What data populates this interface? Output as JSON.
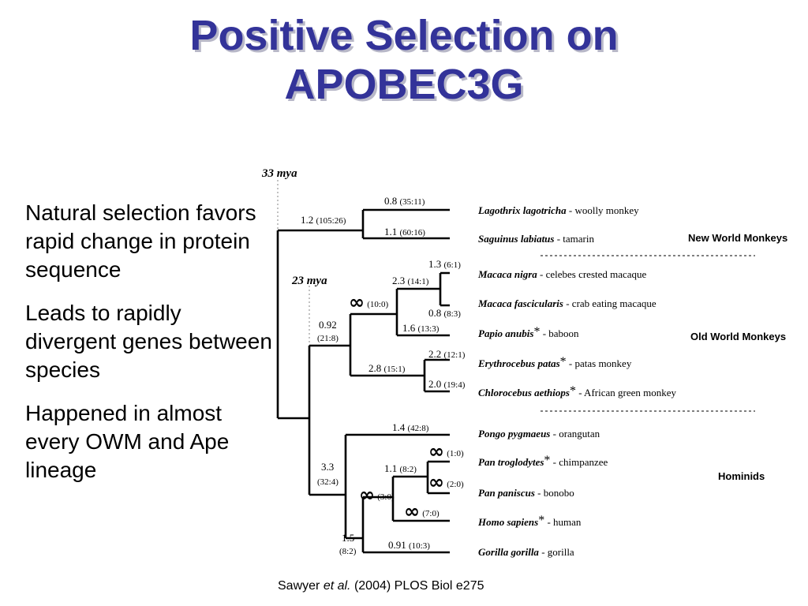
{
  "slide": {
    "title_line1": "Positive Selection on",
    "title_line2": "APOBEC3G",
    "bullets": [
      {
        "text": "Natural selection favors rapid change in protein sequence"
      },
      {
        "text": "Leads to rapidly divergent genes between species"
      },
      {
        "text": "Happened in almost every OWM and Ape lineage"
      }
    ],
    "citation": {
      "authors": "Sawyer",
      "etal": "et al.",
      "rest": " (2004) PLOS Biol  e275"
    }
  },
  "tree": {
    "time_labels": {
      "root": "33 mya",
      "owm_ape": "23 mya"
    },
    "groups": {
      "nwm": "New World Monkeys",
      "owm": "Old World Monkeys",
      "hominids": "Hominids"
    },
    "taxa": [
      {
        "latin": "Lagothrix lagotricha",
        "star": "",
        "common": " - woolly monkey"
      },
      {
        "latin": "Saguinus labiatus",
        "star": "",
        "common": " - tamarin"
      },
      {
        "latin": "Macaca nigra",
        "star": "",
        "common": " - celebes crested macaque"
      },
      {
        "latin": "Macaca fascicularis",
        "star": "",
        "common": " - crab eating macaque"
      },
      {
        "latin": "Papio anubis",
        "star": "*",
        "common": " - baboon"
      },
      {
        "latin": "Erythrocebus patas",
        "star": "*",
        "common": " - patas monkey"
      },
      {
        "latin": "Chlorocebus aethiops",
        "star": "*",
        "common": " - African green monkey"
      },
      {
        "latin": "Pongo pygmaeus",
        "star": "",
        "common": " - orangutan"
      },
      {
        "latin": "Pan troglodytes",
        "star": "*",
        "common": " - chimpanzee"
      },
      {
        "latin": "Pan paniscus",
        "star": "",
        "common": " - bonobo"
      },
      {
        "latin": "Homo sapiens",
        "star": "*",
        "common": " - human"
      },
      {
        "latin": "Gorilla gorilla",
        "star": "",
        "common": " - gorilla"
      }
    ],
    "branch_labels": {
      "nwm_stem": {
        "value": "1.2",
        "ratio": "(105:26)"
      },
      "lagothrix": {
        "value": "0.8",
        "ratio": "(35:11)"
      },
      "saguinus": {
        "value": "1.1",
        "ratio": "(60:16)"
      },
      "nigra": {
        "value": "1.3",
        "ratio": "(6:1)"
      },
      "macaca_stem": {
        "value": "2.3",
        "ratio": "(14:1)"
      },
      "fascicularis": {
        "value": "0.8",
        "ratio": "(8:3)"
      },
      "papio_macaca_stem": {
        "value": "∞",
        "ratio": "(10:0)"
      },
      "papio": {
        "value": "1.6",
        "ratio": "(13:3)"
      },
      "owm_stem": {
        "value": "0.92",
        "ratio": "(21:8)"
      },
      "patas": {
        "value": "2.2",
        "ratio": "(12:1)"
      },
      "african_stem": {
        "value": "2.8",
        "ratio": "(15:1)"
      },
      "chlorocebus": {
        "value": "2.0",
        "ratio": "(19:4)"
      },
      "pongo": {
        "value": "1.4",
        "ratio": "(42:8)"
      },
      "ape_stem": {
        "value": "3.3",
        "ratio": "(32:4)"
      },
      "troglodytes": {
        "value": "∞",
        "ratio": "(1:0)"
      },
      "pan_stem": {
        "value": "1.1",
        "ratio": "(8:2)"
      },
      "paniscus": {
        "value": "∞",
        "ratio": "(2:0)"
      },
      "hominine_stem": {
        "value": "∞",
        "ratio": "(3:0)"
      },
      "homo": {
        "value": "∞",
        "ratio": "(7:0)"
      },
      "african_ape_stem": {
        "value": "1.5",
        "ratio": "(8:2)"
      },
      "gorilla": {
        "value": "0.91",
        "ratio": "(10:3)"
      }
    }
  }
}
